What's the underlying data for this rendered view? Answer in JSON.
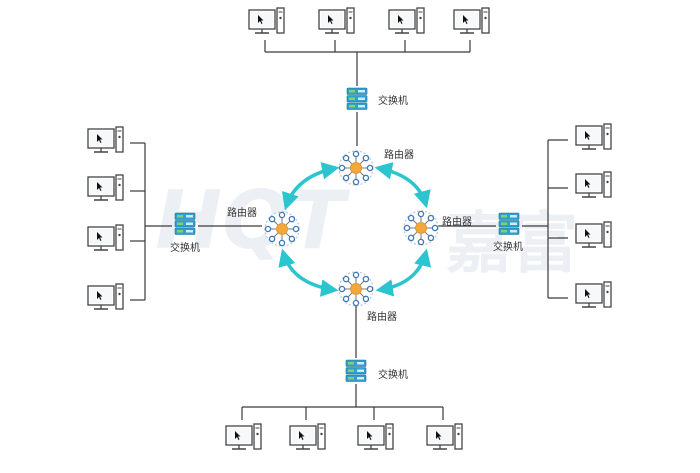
{
  "labels": {
    "router": "路由器",
    "switch": "交换机"
  },
  "watermark": {
    "latin": "HQT",
    "cjk": "嘉富"
  },
  "colors": {
    "arrow": "#2bc4cf",
    "line": "#3a3a3a",
    "router_ring": "#3d77b6",
    "router_core": "#f3a93a",
    "switch_body": "#2f9fd0",
    "switch_light": "#7ed36a",
    "watermark": "#dde4ec"
  },
  "icons": {
    "computer": "desktop-computer-icon",
    "router": "router-icon",
    "switch": "network-switch-icon"
  },
  "topology": {
    "routers": 4,
    "switches": 4,
    "computers_per_switch": 4
  }
}
